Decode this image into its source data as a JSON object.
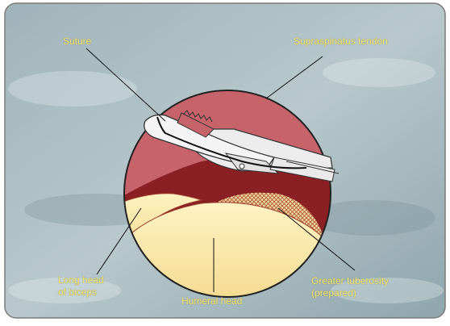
{
  "labels": {
    "suture": "Suture",
    "supraspinatus": "Supraspinatus tendon",
    "long_head_line1": "Long head",
    "long_head_line2": "of biceps",
    "humeral_head": "Humeral head",
    "greater_tuberosity_line1": "Greater tuberosity",
    "greater_tuberosity_line2": "(prepared)"
  },
  "colors": {
    "background": "#a7b9bf",
    "tendon": "#c7636b",
    "deep_red": "#8a1f24",
    "bone": "#f6df9a",
    "tuberosity": "#d9a37a",
    "label": "#f4e97a"
  }
}
